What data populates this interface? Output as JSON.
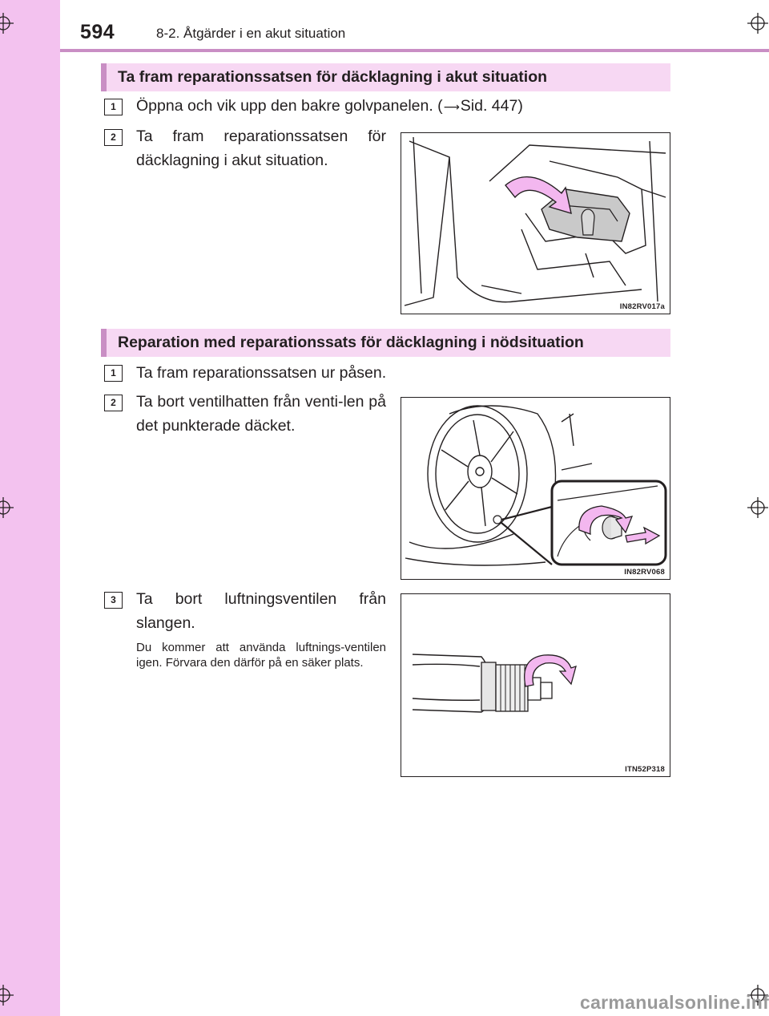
{
  "header": {
    "page_number": "594",
    "chapter": "8-2. Åtgärder i en akut situation"
  },
  "section1": {
    "title": "Ta fram reparationssatsen för däcklagning i akut situation",
    "steps": [
      {
        "num": "1",
        "text_before": "Öppna och vik upp den bakre golvpanelen. (",
        "text_after": "Sid. 447)"
      },
      {
        "num": "2",
        "text": "Ta fram reparationssatsen för däcklagning i akut situation."
      }
    ],
    "figure_code": "IN82RV017a"
  },
  "section2": {
    "title": "Reparation med reparationssats för däcklagning i nödsituation",
    "steps": [
      {
        "num": "1",
        "text": "Ta fram reparationssatsen ur påsen."
      },
      {
        "num": "2",
        "text": "Ta bort ventilhatten från venti-len på det punkterade däcket.",
        "figure_code": "IN82RV068"
      },
      {
        "num": "3",
        "text": "Ta bort luftningsventilen från slangen.",
        "note": "Du kommer att använda luftnings-ventilen igen. Förvara den därför på en säker plats.",
        "figure_code": "ITN52P318"
      }
    ]
  },
  "footer": {
    "site": "carmanualsonline.info"
  },
  "colors": {
    "accent": "#c98ec4",
    "banner": "#f7d8f3",
    "sidebar": "#f3c2ef",
    "arrow": "#f3b7ef"
  },
  "icons": {
    "arrow_ref": "right-arrow-icon",
    "registration": "crosshair-icon"
  }
}
